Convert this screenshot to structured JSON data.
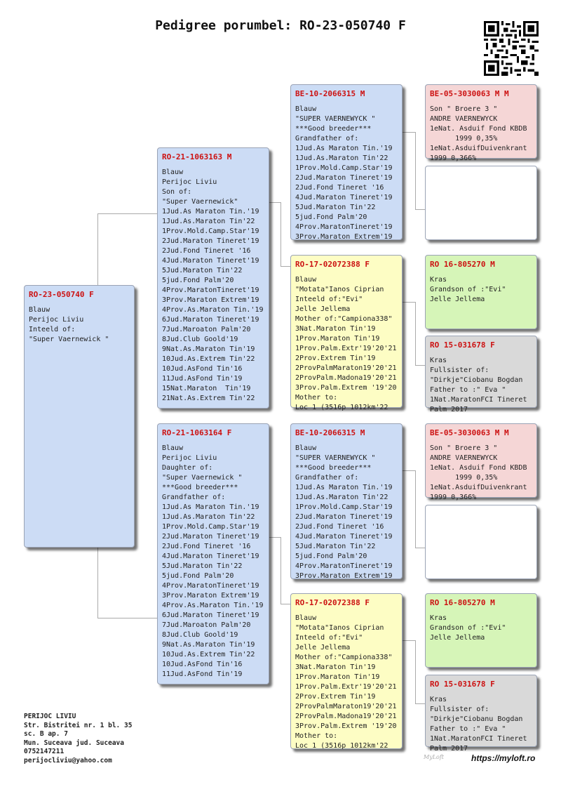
{
  "title": "Pedigree porumbel: RO-23-050740 F",
  "cards": {
    "subject": {
      "id": "RO-23-050740 F",
      "lines": [
        "Blauw",
        "Perijoc Liviu",
        "Inteeld of:",
        "\"Super Vaernewick \""
      ]
    },
    "sire": {
      "id": "RO-21-1063163 M",
      "lines": [
        "Blauw",
        "Perijoc Liviu",
        "Son of:",
        "\"Super Vaernewick\"",
        "1Jud.As Maraton Tin.'19",
        "1Jud.As.Maraton Tin'22",
        "1Prov.Mold.Camp.Star'19",
        "2Jud.Maraton Tineret'19",
        "2Jud.Fond Tineret '16",
        "4Jud.Maraton Tineret'19",
        "5Jud.Maraton Tin'22",
        "5jud.Fond Palm'20",
        "4Prov.MaratonTineret'19",
        "3Prov.Maraton Extrem'19",
        "4Prov.As.Maraton Tin.'19",
        "6Jud.Maraton Tineret'19",
        "7Jud.Maroaton Palm'20",
        "8Jud.Club Goold'19",
        "9Nat.As.Maraton Tin'19",
        "10Jud.As.Extrem Tin'22",
        "10Jud.AsFond Tin'16",
        "11Jud.AsFond Tin'19",
        "15Nat.Maraton  Tin'19",
        "21Nat.As.Extrem Tin'22"
      ]
    },
    "dam": {
      "id": "RO-21-1063164 F",
      "lines": [
        "Blauw",
        "Perijoc Liviu",
        "Daughter of:",
        "\"Super Vaernewick \"",
        "***Good breeder***",
        "Grandfather of:",
        "1Jud.As Maraton Tin.'19",
        "1Jud.As.Maraton Tin'22",
        "1Prov.Mold.Camp.Star'19",
        "2Jud.Maraton Tineret'19",
        "2Jud.Fond Tineret '16",
        "4Jud.Maraton Tineret'19",
        "5Jud.Maraton Tin'22",
        "5jud.Fond Palm'20",
        "4Prov.MaratonTineret'19",
        "3Prov.Maraton Extrem'19",
        "4Prov.As.Maraton Tin.'19",
        "6Jud.Maraton Tineret'19",
        "7Jud.Maroaton Palm'20",
        "8Jud.Club Goold'19",
        "9Nat.As.Maraton Tin'19",
        "10Jud.As.Extrem Tin'22",
        "10Jud.AsFond Tin'16",
        "11Jud.AsFond Tin'19"
      ]
    },
    "ss": {
      "id": "BE-10-2066315 M",
      "lines": [
        "Blauw",
        "\"SUPER VAERNEWYCK \"",
        "***Good breeder***",
        "Grandfather of:",
        "1Jud.As Maraton Tin.'19",
        "1Jud.As.Maraton Tin'22",
        "1Prov.Mold.Camp.Star'19",
        "2Jud.Maraton Tineret'19",
        "2Jud.Fond Tineret '16",
        "4Jud.Maraton Tineret'19",
        "5Jud.Maraton Tin'22",
        "5jud.Fond Palm'20",
        "4Prov.MaratonTineret'19",
        "3Prov.Maraton Extrem'19"
      ]
    },
    "sd": {
      "id": "RO-17-02072388 F",
      "lines": [
        "Blauw",
        "\"Motata\"Ianos Ciprian",
        "Inteeld of:\"Evi\"",
        "Jelle Jellema",
        "Mother of:\"Campiona338\"",
        "3Nat.Maraton Tin'19",
        "1Prov.Maraton Tin'19",
        "1Prov.Palm.Extr'19'20'21",
        "2Prov.Extrem Tin'19",
        "2ProvPalmMaraton19'20'21",
        "2ProvPalm.Madona19'20'21",
        "3Prov.Palm.Extrem '19'20",
        "Mother to:",
        "Loc 1 (3516p 1012km'22"
      ]
    },
    "ds": {
      "id": "BE-10-2066315 M",
      "lines": [
        "Blauw",
        "\"SUPER VAERNEWYCK \"",
        "***Good breeder***",
        "Grandfather of:",
        "1Jud.As Maraton Tin.'19",
        "1Jud.As.Maraton Tin'22",
        "1Prov.Mold.Camp.Star'19",
        "2Jud.Maraton Tineret'19",
        "2Jud.Fond Tineret '16",
        "4Jud.Maraton Tineret'19",
        "5Jud.Maraton Tin'22",
        "5jud.Fond Palm'20",
        "4Prov.MaratonTineret'19",
        "3Prov.Maraton Extrem'19"
      ]
    },
    "dd": {
      "id": "RO-17-02072388 F",
      "lines": [
        "Blauw",
        "\"Motata\"Ianos Ciprian",
        "Inteeld of:\"Evi\"",
        "Jelle Jellema",
        "Mother of:\"Campiona338\"",
        "3Nat.Maraton Tin'19",
        "1Prov.Maraton Tin'19",
        "1Prov.Palm.Extr'19'20'21",
        "2Prov.Extrem Tin'19",
        "2ProvPalmMaraton19'20'21",
        "2ProvPalm.Madona19'20'21",
        "3Prov.Palm.Extrem '19'20",
        "Mother to:",
        "Loc 1 (3516p 1012km'22"
      ]
    },
    "sss": {
      "id": "BE-05-3030063 M M",
      "lines": [
        "Son \" Broere 3 \"",
        "ANDRE VAERNEWYCK",
        "1eNat. Asduif Fond KBDB",
        "      1999 0,35%",
        "1eNat.AsduifDuivenkrant",
        "1999 0,366%"
      ]
    },
    "ssd": {
      "id": "",
      "lines": []
    },
    "sds": {
      "id": "RO 16-805270 M",
      "lines": [
        "Kras",
        "Grandson of :\"Evi\"",
        "Jelle Jellema"
      ]
    },
    "sdd": {
      "id": "RO 15-031678 F",
      "lines": [
        "Kras",
        "Fullsister of:",
        "\"Dirkje\"Ciobanu Bogdan",
        "Father to :\" Eva \"",
        "1Nat.MaratonFCI Tineret",
        "Palm 2017"
      ]
    },
    "dss": {
      "id": "BE-05-3030063 M M",
      "lines": [
        "Son \" Broere 3 \"",
        "ANDRE VAERNEWYCK",
        "1eNat. Asduif Fond KBDB",
        "      1999 0,35%",
        "1eNat.AsduifDuivenkrant",
        "1999 0,366%"
      ]
    },
    "dsd": {
      "id": "",
      "lines": []
    },
    "dds": {
      "id": "RO 16-805270 M",
      "lines": [
        "Kras",
        "Grandson of :\"Evi\"",
        "Jelle Jellema"
      ]
    },
    "ddd": {
      "id": "RO 15-031678 F",
      "lines": [
        "Kras",
        "Fullsister of:",
        "\"Dirkje\"Ciobanu Bogdan",
        "Father to :\" Eva \"",
        "1Nat.MaratonFCI Tineret",
        "Palm 2017"
      ]
    }
  },
  "owner": {
    "name": "PERIJOC LIVIU",
    "address1": "Str. Bistritei nr. 1 bl. 35",
    "address2": "sc. B ap. 7",
    "city": "Mun. Suceava jud. Suceava",
    "phone": "0752147211",
    "email": "perijocliviu@yahoo.com"
  },
  "footer": {
    "website": "https://myloft.ro",
    "signature": "MyLoft"
  },
  "colors": {
    "id_red": "#cc1111",
    "blue": "#ccdcf5",
    "yellow": "#fdfdc4",
    "pink": "#f5d6d6",
    "green": "#d6f5b8",
    "gray": "#d9d9d9"
  }
}
